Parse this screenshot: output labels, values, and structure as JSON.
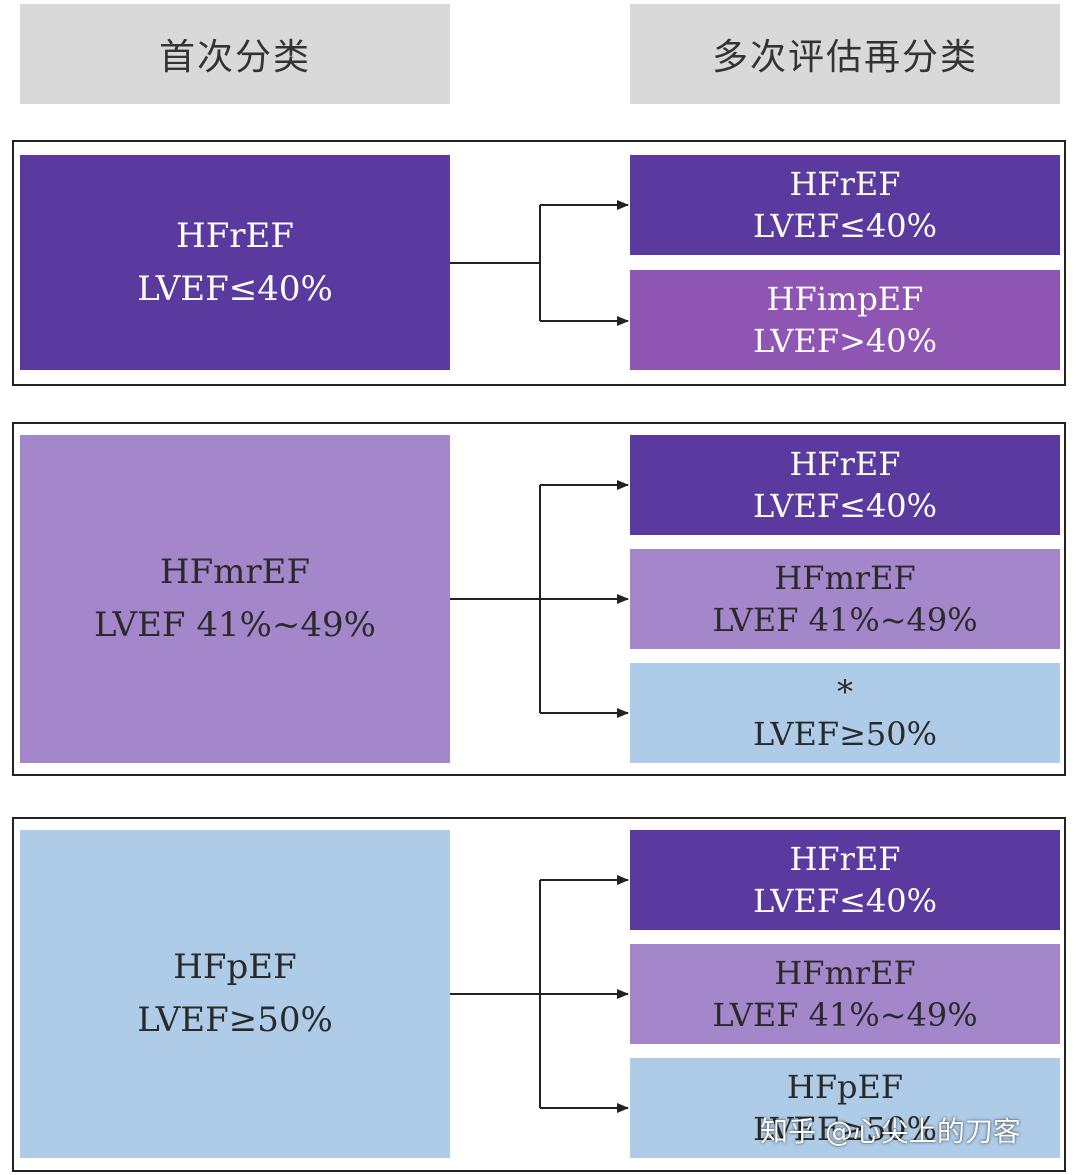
{
  "headers": {
    "left": "首次分类",
    "right": "多次评估再分类"
  },
  "groups": [
    {
      "source": {
        "name": "HFrEF",
        "range": "LVEF≤40%"
      },
      "targets": [
        {
          "name": "HFrEF",
          "range": "LVEF≤40%"
        },
        {
          "name": "HFimpEF",
          "range": "LVEF>40%"
        }
      ]
    },
    {
      "source": {
        "name": "HFmrEF",
        "range": "LVEF 41%~49%"
      },
      "targets": [
        {
          "name": "HFrEF",
          "range": "LVEF≤40%"
        },
        {
          "name": "HFmrEF",
          "range": "LVEF 41%~49%"
        },
        {
          "name": "*",
          "range": "LVEF≥50%"
        }
      ]
    },
    {
      "source": {
        "name": "HFpEF",
        "range": "LVEF≥50%"
      },
      "targets": [
        {
          "name": "HFrEF",
          "range": "LVEF≤40%"
        },
        {
          "name": "HFmrEF",
          "range": "LVEF 41%~49%"
        },
        {
          "name": "HFpEF",
          "range": "LVEF≥50%"
        }
      ]
    }
  ],
  "colors": {
    "hfref": "#5a3a9f",
    "hfimpef": "#8e55b2",
    "hfmref": "#a487cb",
    "hfpef": "#aecbe7",
    "header_bg": "#d9d9d9"
  },
  "watermark": "知乎 @心尖上的刀客"
}
